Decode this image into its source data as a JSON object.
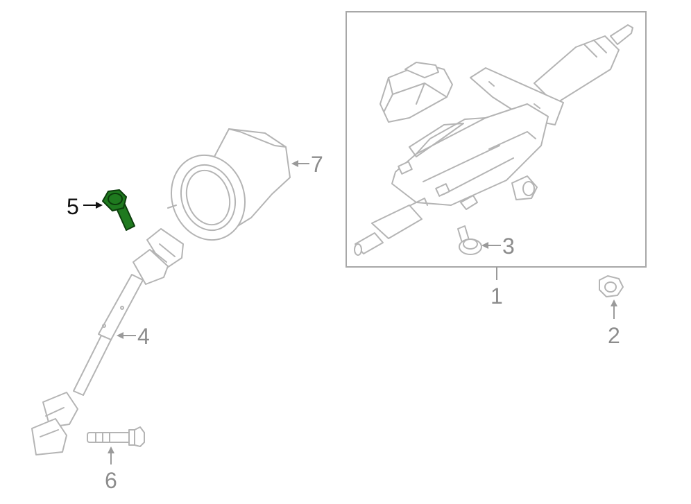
{
  "callouts": {
    "c1": "1",
    "c2": "2",
    "c3": "3",
    "c4": "4",
    "c5": "5",
    "c6": "6",
    "c7": "7"
  },
  "highlighted_part": "5",
  "colors": {
    "highlight": "#1f7a1f",
    "line_art": "#b4b4b4",
    "callout_text": "#8c8c8c",
    "highlight_text": "#111111"
  },
  "icons": {
    "part_1": "steering-column-assembly-icon",
    "part_2": "flange-nut-icon",
    "part_3": "stud-bolt-icon",
    "part_4": "intermediate-shaft-icon",
    "part_5": "bolt-icon",
    "part_6": "bolt-icon",
    "part_7": "column-cover-boot-icon"
  }
}
